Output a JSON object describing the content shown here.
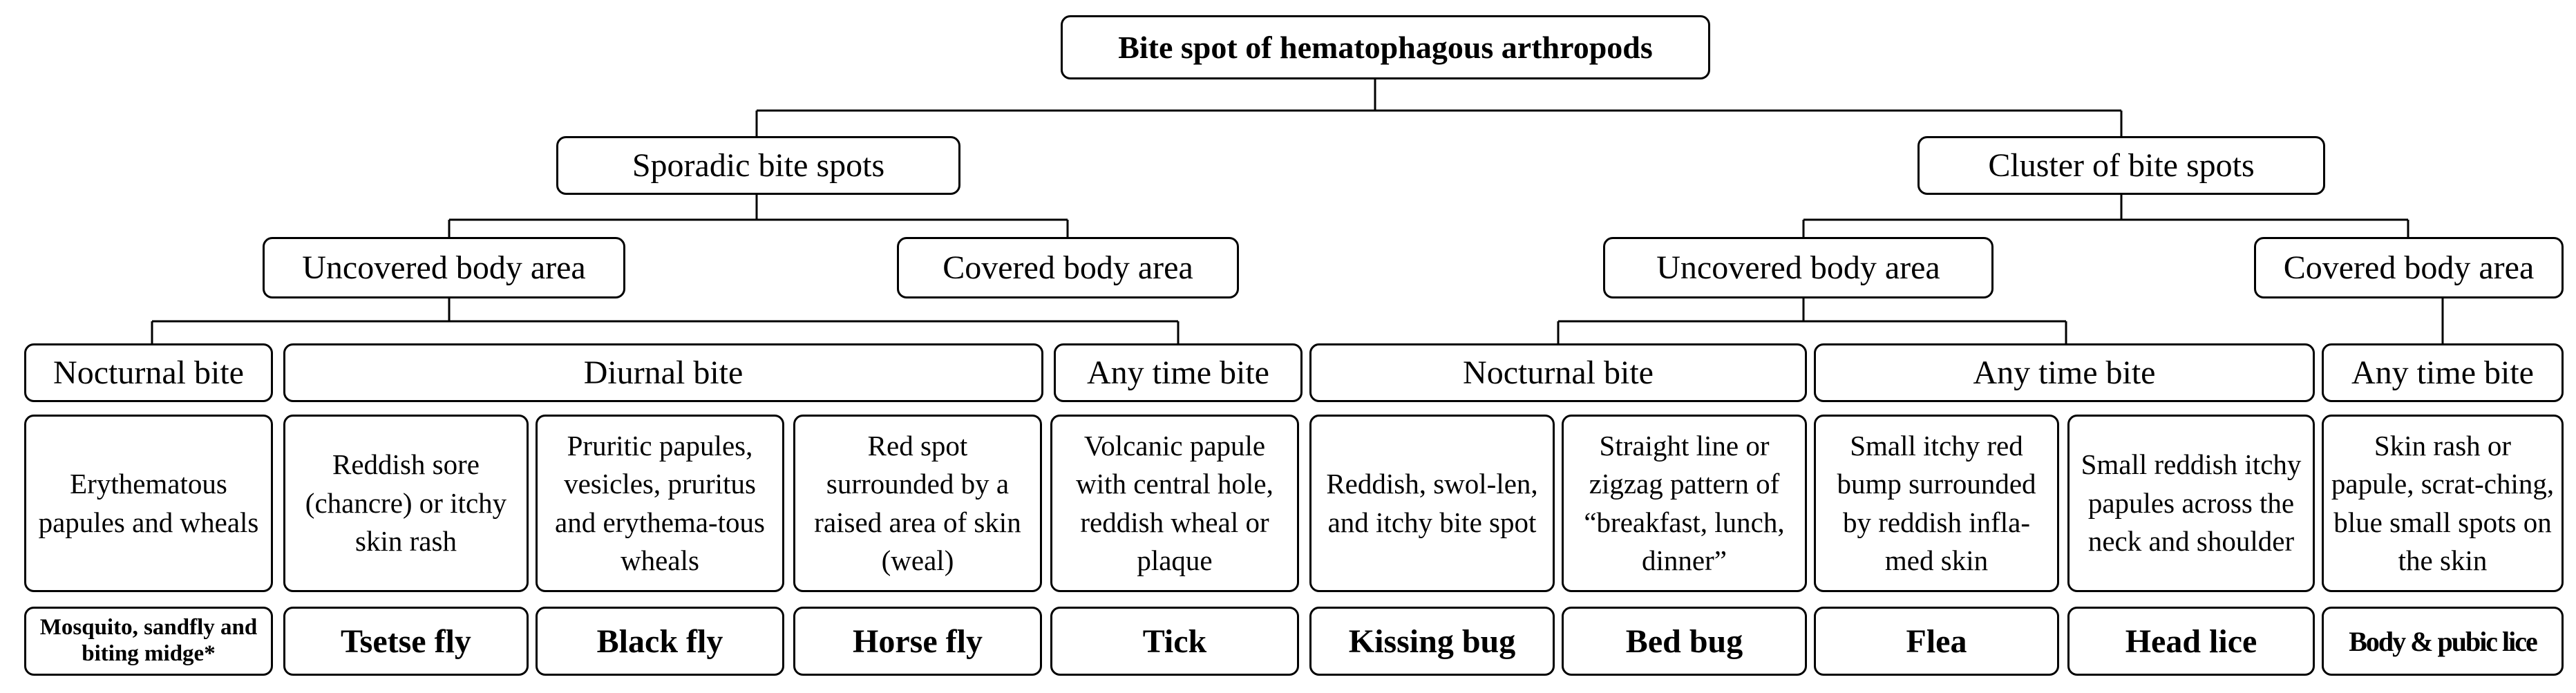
{
  "diagram": {
    "root": "Bite spot of hematophagous arthropods",
    "level1": {
      "sporadic": "Sporadic bite spots",
      "cluster": "Cluster of bite spots"
    },
    "level2": {
      "sporadic_uncovered": "Uncovered body area",
      "sporadic_covered": "Covered body area",
      "cluster_uncovered": "Uncovered body area",
      "cluster_covered": "Covered body area"
    },
    "level3": {
      "nocturnal_1": "Nocturnal bite",
      "diurnal": "Diurnal bite",
      "anytime_1": "Any time bite",
      "nocturnal_2": "Nocturnal bite",
      "anytime_2": "Any time bite",
      "anytime_3": "Any time bite"
    },
    "descriptions": [
      "Erythematous papules and wheals",
      "Reddish sore (chancre) or itchy skin rash",
      "Pruritic papules, vesicles, pruritus and erythema-tous wheals",
      "Red spot surrounded by a raised area of skin (weal)",
      "Volcanic papule with central hole, reddish wheal or plaque",
      "Reddish, swol-len, and itchy bite spot",
      "Straight line or zigzag pattern of “breakfast, lunch, dinner”",
      "Small itchy red bump surrounded by reddish infla-med skin",
      "Small reddish itchy papules across the neck and shoulder",
      "Skin rash or papule, scrat-ching, blue small spots on the skin"
    ],
    "arthropods": [
      "Mosquito, sandfly and biting midge*",
      "Tsetse fly",
      "Black fly",
      "Horse fly",
      "Tick",
      "Kissing bug",
      "Bed bug",
      "Flea",
      "Head lice",
      "Body & pubic lice"
    ]
  }
}
